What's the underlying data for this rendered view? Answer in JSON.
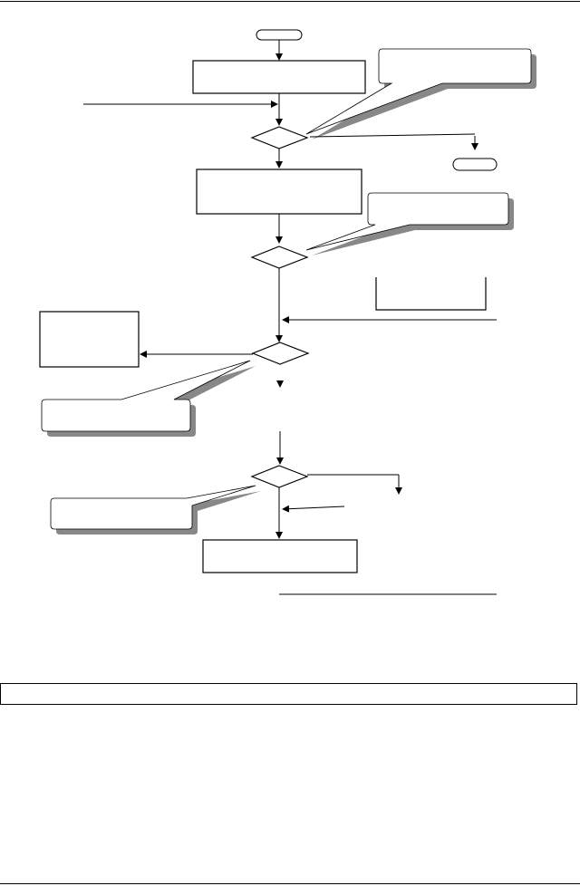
{
  "document": {
    "caption": ""
  },
  "flowchart": {
    "terminals": [
      {
        "id": "start",
        "text": ""
      },
      {
        "id": "end",
        "text": ""
      }
    ],
    "process_boxes": [
      {
        "id": "process-1",
        "text": ""
      },
      {
        "id": "process-2",
        "text": ""
      },
      {
        "id": "process-3",
        "text": ""
      },
      {
        "id": "process-4",
        "text": ""
      }
    ],
    "decisions": [
      {
        "id": "decision-1",
        "text": ""
      },
      {
        "id": "decision-2",
        "text": ""
      },
      {
        "id": "decision-3",
        "text": ""
      },
      {
        "id": "decision-4",
        "text": ""
      }
    ],
    "callouts": [
      {
        "id": "callout-1",
        "text": ""
      },
      {
        "id": "callout-2",
        "text": ""
      },
      {
        "id": "callout-3",
        "text": ""
      },
      {
        "id": "callout-4",
        "text": ""
      }
    ],
    "colors": {
      "stroke": "#000000",
      "shadow": "#888888",
      "fill": "#ffffff"
    }
  }
}
